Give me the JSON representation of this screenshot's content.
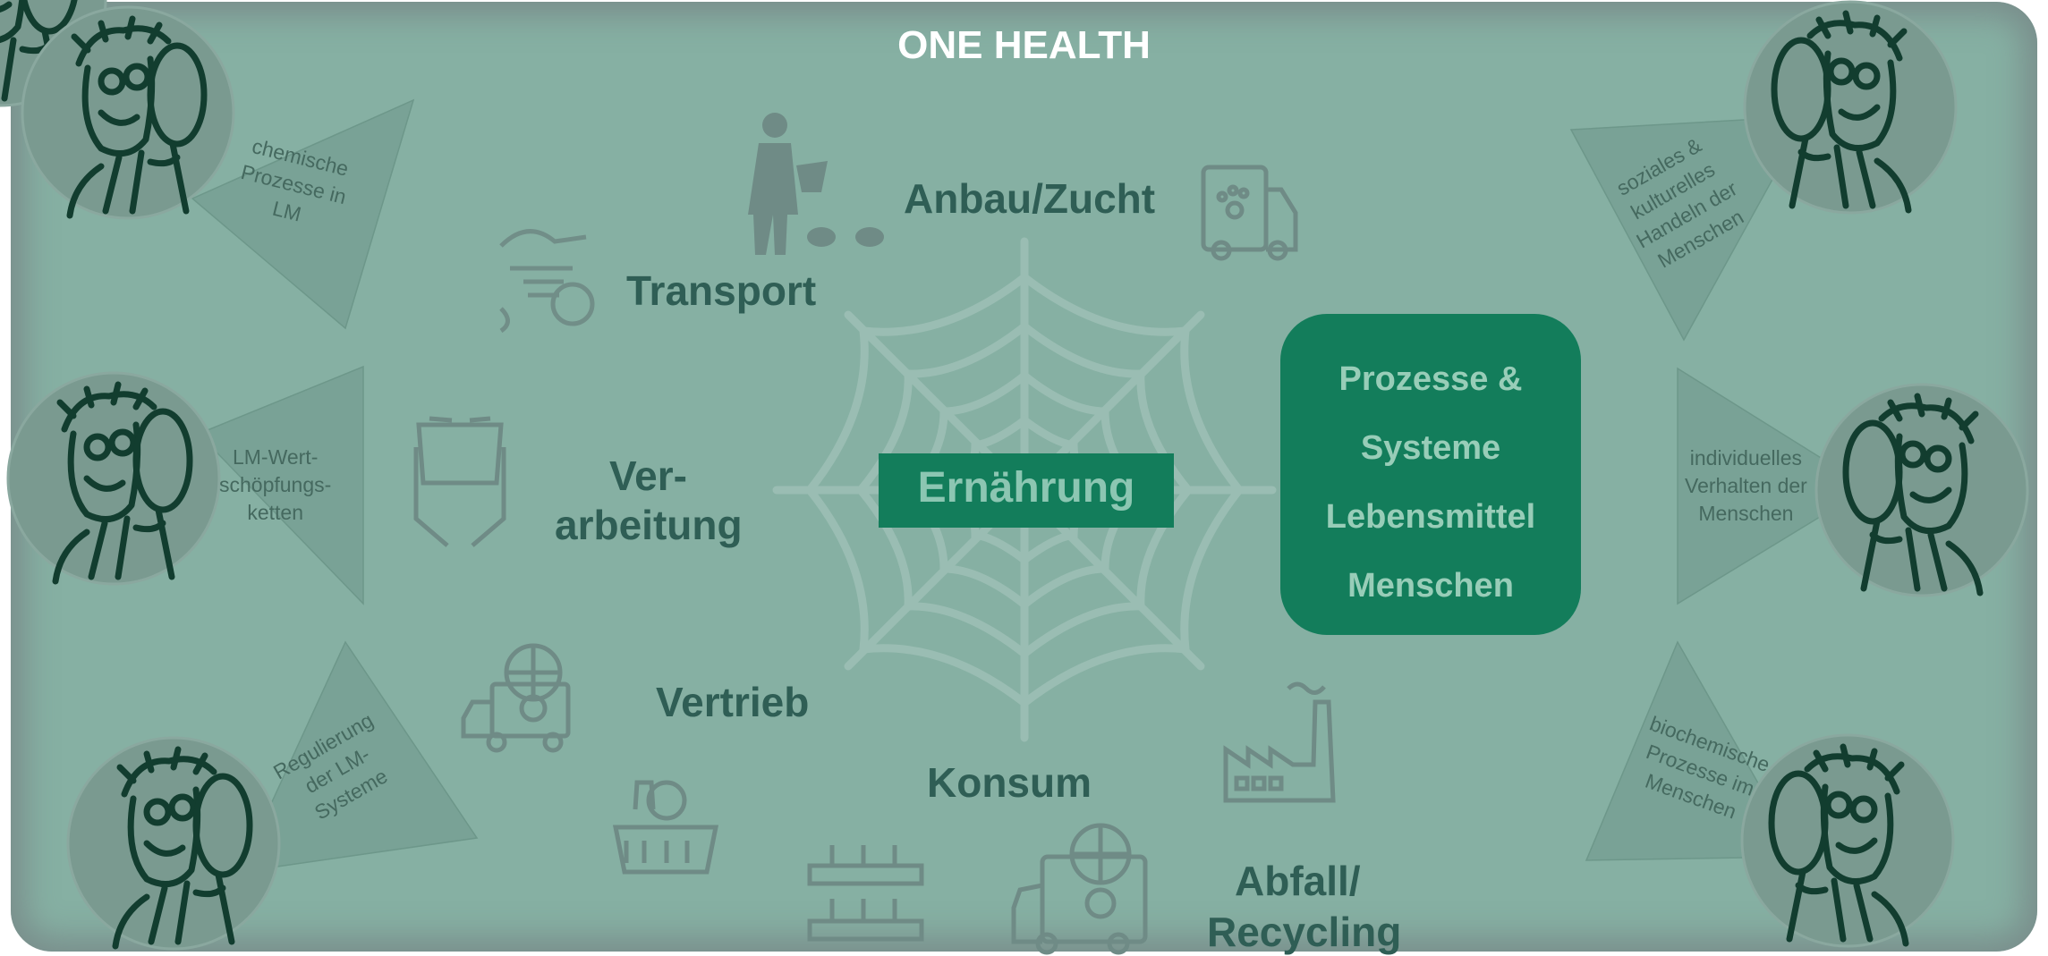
{
  "title": "ONE HEALTH",
  "center": {
    "label": "Ernährung"
  },
  "stages": {
    "anbau": "Anbau/Zucht",
    "transport": "Transport",
    "verarbeitung_1": "Ver-",
    "verarbeitung_2": "arbeitung",
    "vertrieb": "Vertrieb",
    "konsum": "Konsum",
    "abfall_1": "Abfall/",
    "abfall_2": "Recycling"
  },
  "process_box": {
    "lines": [
      "Prozesse &",
      "Systeme",
      "Lebensmittel",
      "Menschen"
    ]
  },
  "perspectives": {
    "left_top": [
      "chemische",
      "Prozesse in",
      "LM"
    ],
    "left_middle": [
      "LM-Wert-",
      "schöpfungs-",
      "ketten"
    ],
    "left_bottom": [
      "Regulierung",
      "der LM-",
      "Systeme"
    ],
    "right_top": [
      "soziales &",
      "kulturelles",
      "Handeln der",
      "Menschen"
    ],
    "right_middle": [
      "individuelles",
      "Verhalten der",
      "Menschen"
    ],
    "right_bottom": [
      "biochemische",
      "Prozesse im",
      "Menschen"
    ]
  },
  "icons": [
    "farmer-feeding-chickens-icon",
    "food-waste-icon",
    "pet-transport-truck-icon",
    "hands-holding-basket-icon",
    "delivery-truck-globe-icon",
    "shopping-basket-icon",
    "seedlings-icon",
    "factory-icon",
    "cartoon-researcher-magnifier-icon"
  ],
  "colors": {
    "background": "#86b0a3",
    "accent_green": "#137d5b",
    "text_dark": "#2f5e55",
    "icon_gray": "#6f8b86"
  }
}
